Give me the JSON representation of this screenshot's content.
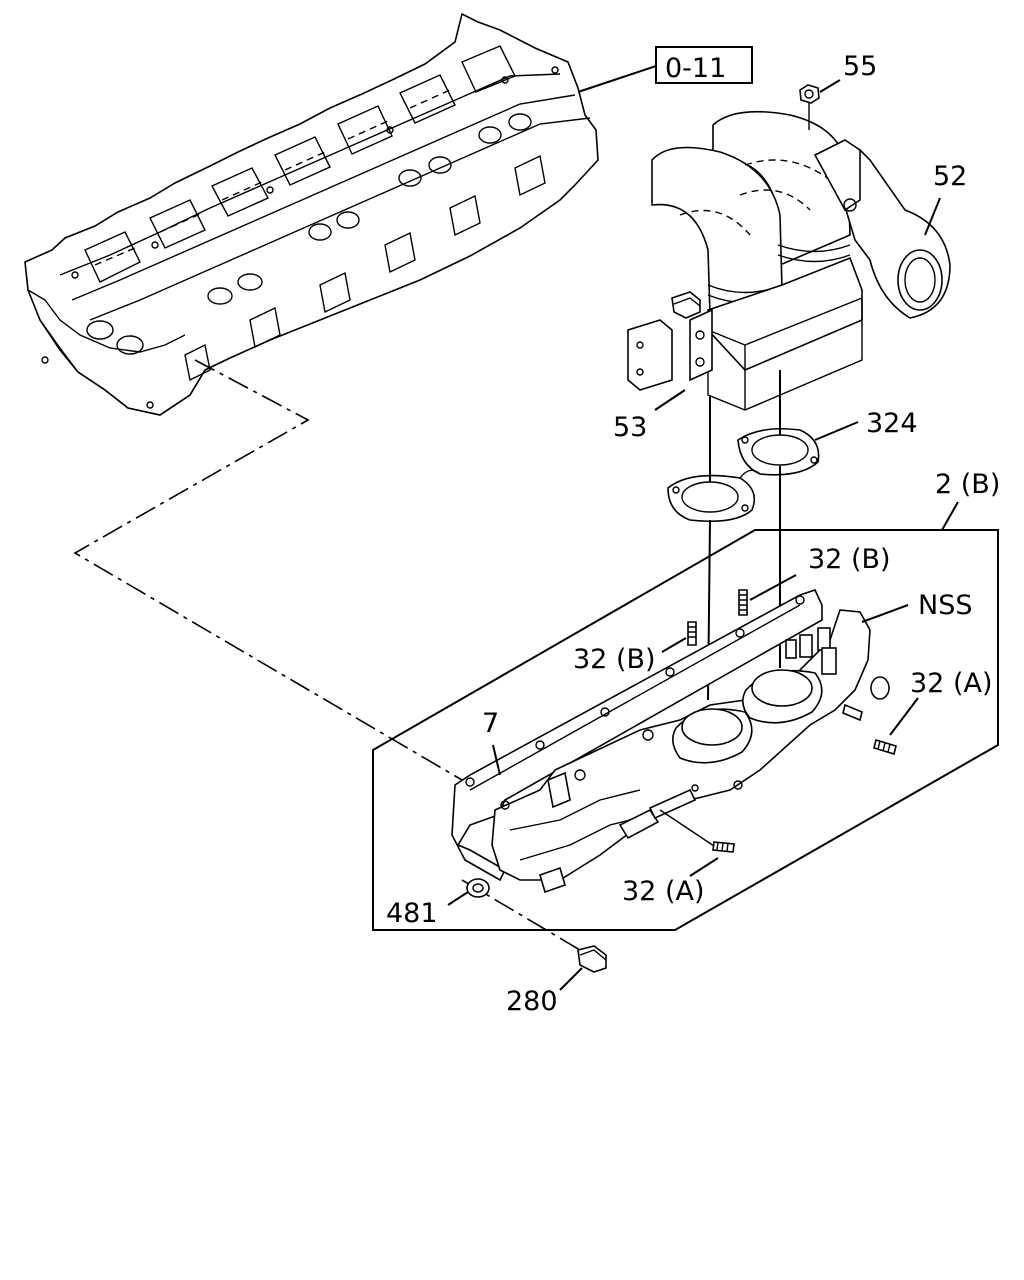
{
  "diagram": {
    "ref_box": "0-11",
    "labels": {
      "p55": "55",
      "p52": "52",
      "p53": "53",
      "p324": "324",
      "p2b": "2 (B)",
      "p32b_top": "32 (B)",
      "p32b_left": "32 (B)",
      "nss": "NSS",
      "p32a_right": "32 (A)",
      "p7": "7",
      "p32a_bottom": "32 (A)",
      "p481": "481",
      "p280": "280"
    }
  }
}
